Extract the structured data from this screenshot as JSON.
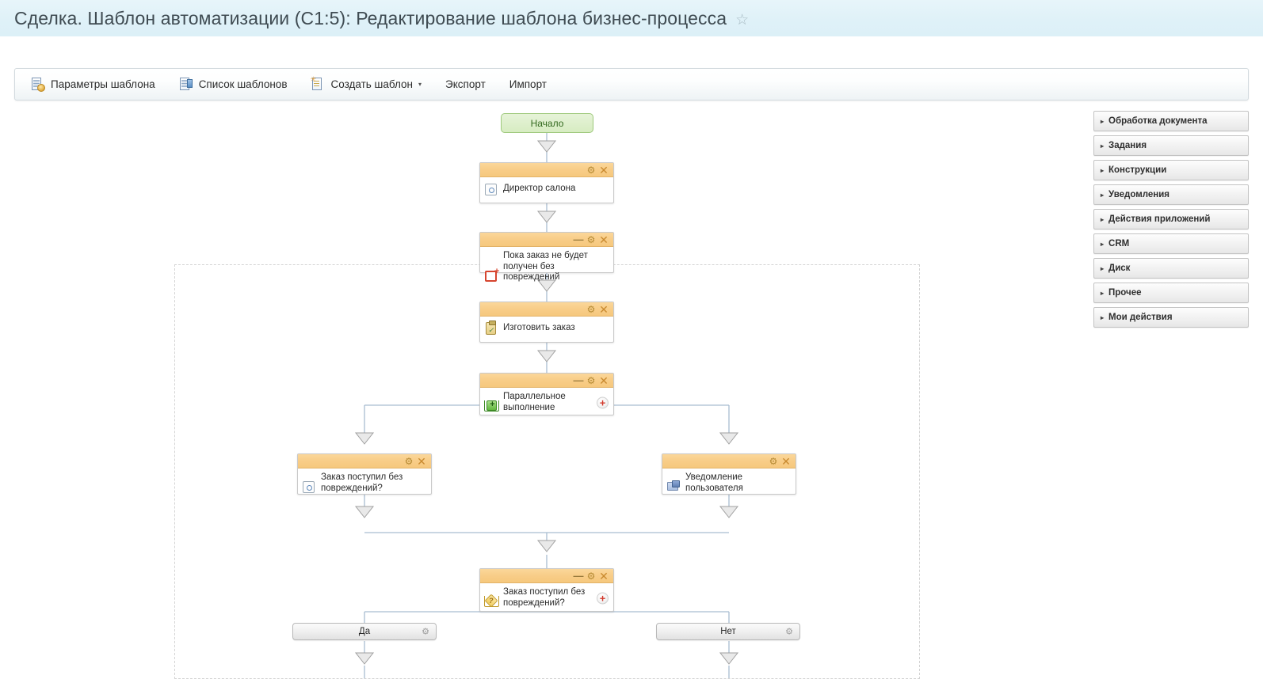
{
  "header": {
    "title": "Сделка. Шаблон автоматизации (C1:5): Редактирование шаблона бизнес-процесса",
    "favorite_icon": "☆",
    "bg_color": "#e2f4f9"
  },
  "toolbar": {
    "items": [
      {
        "label": "Параметры шаблона",
        "icon": "document-gear-icon",
        "has_caret": false
      },
      {
        "label": "Список шаблонов",
        "icon": "document-list-icon",
        "has_caret": false
      },
      {
        "label": "Создать шаблон",
        "icon": "document-new-icon",
        "has_caret": true,
        "caret": "▾"
      },
      {
        "label": "Экспорт",
        "icon": "",
        "has_caret": false
      },
      {
        "label": "Импорт",
        "icon": "",
        "has_caret": false
      }
    ]
  },
  "right_panel": {
    "caret": "▸",
    "items": [
      {
        "label": "Обработка документа"
      },
      {
        "label": "Задания"
      },
      {
        "label": "Конструкции"
      },
      {
        "label": "Уведомления"
      },
      {
        "label": "Действия приложений"
      },
      {
        "label": "CRM"
      },
      {
        "label": "Диск"
      },
      {
        "label": "Прочее"
      },
      {
        "label": "Мои действия"
      }
    ]
  },
  "diagram": {
    "start_node": {
      "label": "Начало"
    },
    "node_buttons": {
      "minimize": "—",
      "settings": "⚙",
      "close": "✕",
      "add": "+"
    },
    "nodes": [
      {
        "id": "director",
        "label": "Директор салона",
        "icon": "status-circle-icon",
        "has_minimize": false,
        "has_plus": false
      },
      {
        "id": "while-loop",
        "label": "Пока заказ не будет получен без повреждений",
        "icon": "loop-icon",
        "has_minimize": true,
        "has_plus": false
      },
      {
        "id": "make-order",
        "label": "Изготовить заказ",
        "icon": "task-clipboard-icon",
        "has_minimize": false,
        "has_plus": false
      },
      {
        "id": "parallel",
        "label": "Параллельное выполнение",
        "icon": "parallel-branch-icon",
        "has_minimize": true,
        "has_plus": true
      },
      {
        "id": "check-left",
        "label": "Заказ поступил без повреждений?",
        "icon": "status-circle-icon",
        "has_minimize": false,
        "has_plus": false
      },
      {
        "id": "notify",
        "label": "Уведомление пользователя",
        "icon": "notification-icon",
        "has_minimize": false,
        "has_plus": false
      },
      {
        "id": "condition",
        "label": "Заказ поступил без повреждений?",
        "icon": "condition-diamond-icon",
        "has_minimize": true,
        "has_plus": true
      }
    ],
    "branches": [
      {
        "id": "yes",
        "label": "Да",
        "settings_icon": "⚙"
      },
      {
        "id": "no",
        "label": "Нет",
        "settings_icon": "⚙"
      }
    ]
  },
  "colors": {
    "node_header": "#f8cd88",
    "start_node": "#d9edc5",
    "connector": "#a9bdd1",
    "panel_border": "#c3c3c3"
  }
}
